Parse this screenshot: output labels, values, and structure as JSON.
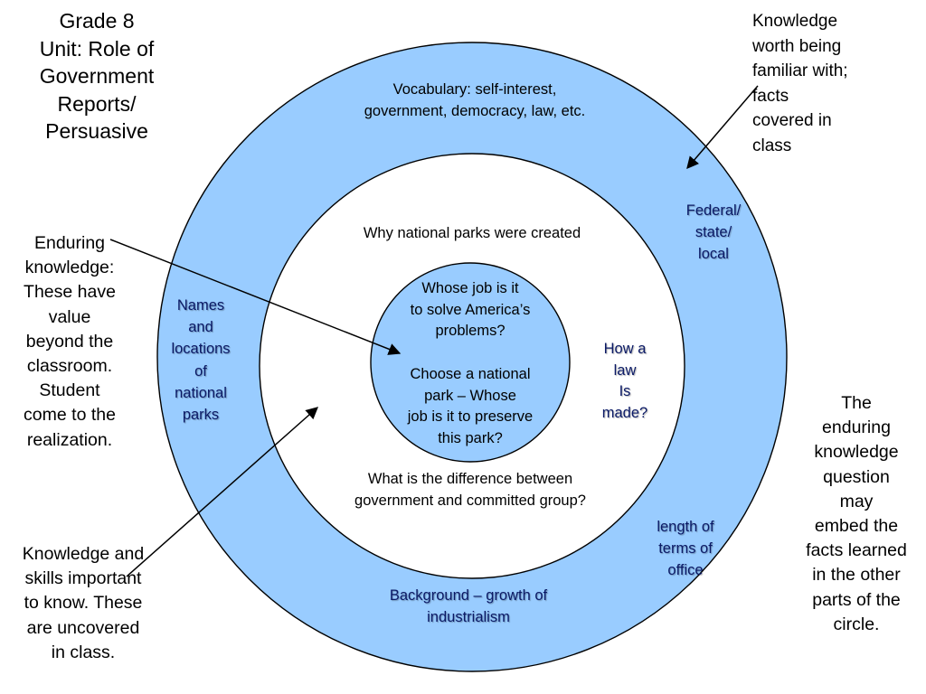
{
  "colors": {
    "outer_ring": "#99ccff",
    "middle_ring": "#ffffff",
    "core": "#99ccff",
    "outline": "#000000",
    "ring_text_dark": "#0b1a66"
  },
  "title": {
    "line1": "Grade 8",
    "line2": "Unit: Role of",
    "line3": "Government",
    "line4": "Reports/",
    "line5": "Persuasive"
  },
  "notes": {
    "top_right": [
      "Knowledge",
      "worth being",
      "familiar with;",
      "facts",
      "covered in",
      "class"
    ],
    "enduring": [
      "Enduring",
      "knowledge:",
      "These have",
      "value",
      "beyond the",
      "classroom.",
      "Student",
      "come to the",
      "realization."
    ],
    "bottom_left": [
      "Knowledge and",
      "skills important",
      "to know. These",
      "are uncovered",
      "in class."
    ],
    "bottom_right": [
      "The",
      "enduring",
      "knowledge",
      "question",
      "may",
      "embed the",
      "facts learned",
      "in the other",
      "parts of the",
      "circle."
    ]
  },
  "outer_ring": {
    "vocabulary": [
      "Vocabulary: self-interest,",
      "government, democracy, law, etc."
    ],
    "names_locations": [
      "Names",
      "and",
      "locations",
      "of",
      "national",
      "parks"
    ],
    "federal": [
      "Federal/",
      "state/",
      "local"
    ],
    "term_length": [
      "length of",
      "terms of",
      "office"
    ],
    "background": [
      "Background – growth of",
      "industrialism"
    ]
  },
  "middle_ring": {
    "why_parks": "Why national parks were created",
    "how_law": [
      "How a",
      "law",
      "Is",
      "made?"
    ],
    "difference": [
      "What is the difference between",
      "government and committed group?"
    ]
  },
  "core": {
    "question1": [
      "Whose job is it",
      "to solve America’s",
      "problems?"
    ],
    "question2": [
      "Choose a national",
      "park – Whose",
      "job is it to preserve",
      "this park?"
    ]
  }
}
